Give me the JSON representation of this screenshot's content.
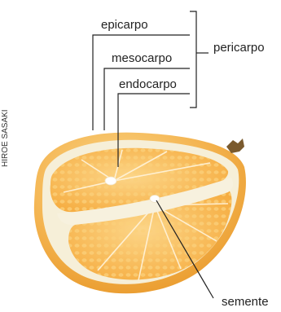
{
  "figure": {
    "labels": {
      "epicarp": "epicarpo",
      "mesocarp": "mesocarpo",
      "endocarp": "endocarpo",
      "pericarp": "pericarpo",
      "seed": "semente"
    },
    "credit": "HIROE SASAKI"
  },
  "colors": {
    "peel_outer": "#f3b248",
    "peel_highlight": "#f9d37e",
    "pith": "#f6f1df",
    "segment": "#f8b54a",
    "segment_light": "#fbd27c",
    "seed": "#ffffff",
    "leader_line": "#222222"
  }
}
